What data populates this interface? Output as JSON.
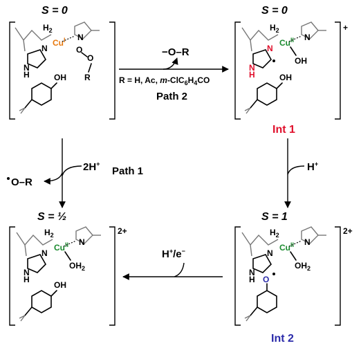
{
  "states": {
    "tl": {
      "spin": "S = 0",
      "cu": "Cu",
      "ox": "I",
      "charge": ""
    },
    "tr": {
      "spin": "S = 0",
      "cu": "Cu",
      "ox": "II",
      "charge": "+",
      "name": "Int 1"
    },
    "br": {
      "spin": "S = 1",
      "cu": "Cu",
      "ox": "II",
      "charge": "2+",
      "name": "Int 2"
    },
    "bl": {
      "spin": "S = ½",
      "cu": "Cu",
      "ox": "II",
      "charge": "2+"
    }
  },
  "atoms": {
    "h2": "H",
    "h2sub": "2",
    "n": "N",
    "nh": "N",
    "h": "H",
    "oh": "OH",
    "o": "O",
    "r": "R",
    "ohx": "OH",
    "h2o_o": "OH",
    "h2o_sub": "2",
    "o_radical": "O"
  },
  "reactions": {
    "path2_leaving": "−O–R",
    "path2_r": "R = H, Ac, m-ClC6H4CO",
    "path2_r_parts": {
      "pre": "R = ",
      "h": "H",
      "c1": ", ",
      "ac": "Ac",
      "c2": ", ",
      "m": "m",
      "rest": "-ClC",
      "s6": "6",
      "h4": "H",
      "s4": "4",
      "co": "CO"
    },
    "path2_label": "Path 2",
    "path1_reagent": "2H",
    "path1_reagent_sup": "+",
    "path1_leaving": "O–R",
    "path1_label": "Path 1",
    "right_reagent": "H",
    "right_reagent_sup": "+",
    "bottom_reagent": "H",
    "bottom_reagent_sup": "+",
    "bottom_reagent_rest": "/e",
    "bottom_reagent_minus": "−"
  },
  "colors": {
    "cu_i": "#E8790E",
    "cu_ii": "#1A8A2E",
    "int1_red": "#E0102C",
    "int2_blue": "#2B2BAA"
  }
}
